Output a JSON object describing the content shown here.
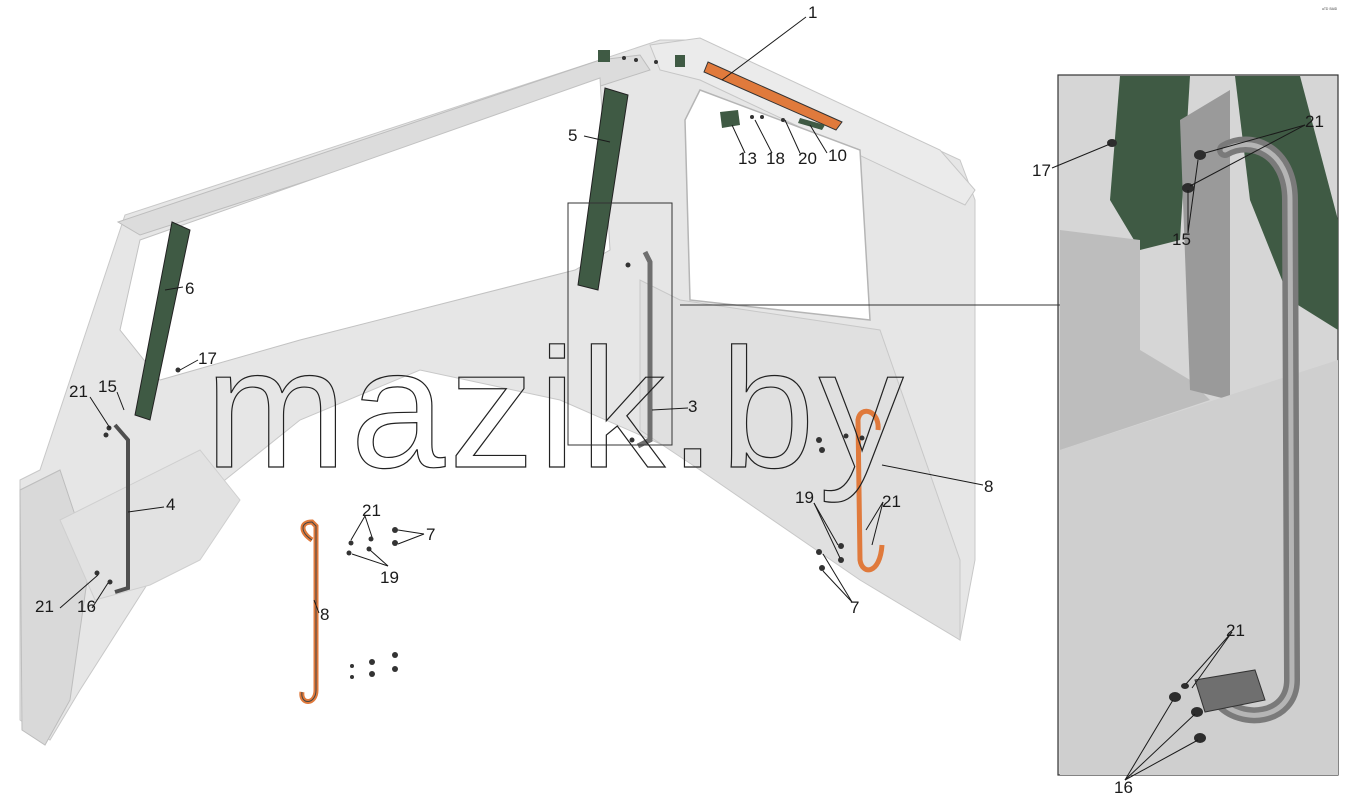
{
  "watermark": "mazik.by",
  "corner_mark": "ᵃᵀᴰ ᴮᴬᴵᴰ",
  "callouts": [
    {
      "id": "c1",
      "text": "1"
    },
    {
      "id": "c5",
      "text": "5"
    },
    {
      "id": "c13",
      "text": "13"
    },
    {
      "id": "c18",
      "text": "18"
    },
    {
      "id": "c20",
      "text": "20"
    },
    {
      "id": "c10",
      "text": "10"
    },
    {
      "id": "c6",
      "text": "6"
    },
    {
      "id": "c17a",
      "text": "17"
    },
    {
      "id": "c21a",
      "text": "21"
    },
    {
      "id": "c15a",
      "text": "15"
    },
    {
      "id": "c3",
      "text": "3"
    },
    {
      "id": "c4",
      "text": "4"
    },
    {
      "id": "c21b",
      "text": "21"
    },
    {
      "id": "c16a",
      "text": "16"
    },
    {
      "id": "c21c",
      "text": "21"
    },
    {
      "id": "c7a",
      "text": "7"
    },
    {
      "id": "c19a",
      "text": "19"
    },
    {
      "id": "c8a",
      "text": "8"
    },
    {
      "id": "c8b",
      "text": "8"
    },
    {
      "id": "c19b",
      "text": "19"
    },
    {
      "id": "c21d",
      "text": "21"
    },
    {
      "id": "c7b",
      "text": "7"
    },
    {
      "id": "c17b",
      "text": "17"
    },
    {
      "id": "c21e",
      "text": "21"
    },
    {
      "id": "c15b",
      "text": "15"
    },
    {
      "id": "c21f",
      "text": "21"
    },
    {
      "id": "c16b",
      "text": "16"
    }
  ],
  "colors": {
    "cab_panel": "#e4e4e4",
    "cab_shade": "#d2d2d2",
    "pillar_trim": "#3f5a44",
    "handrail_highlight": "#e07a3c",
    "inset_frame": "#333333"
  }
}
